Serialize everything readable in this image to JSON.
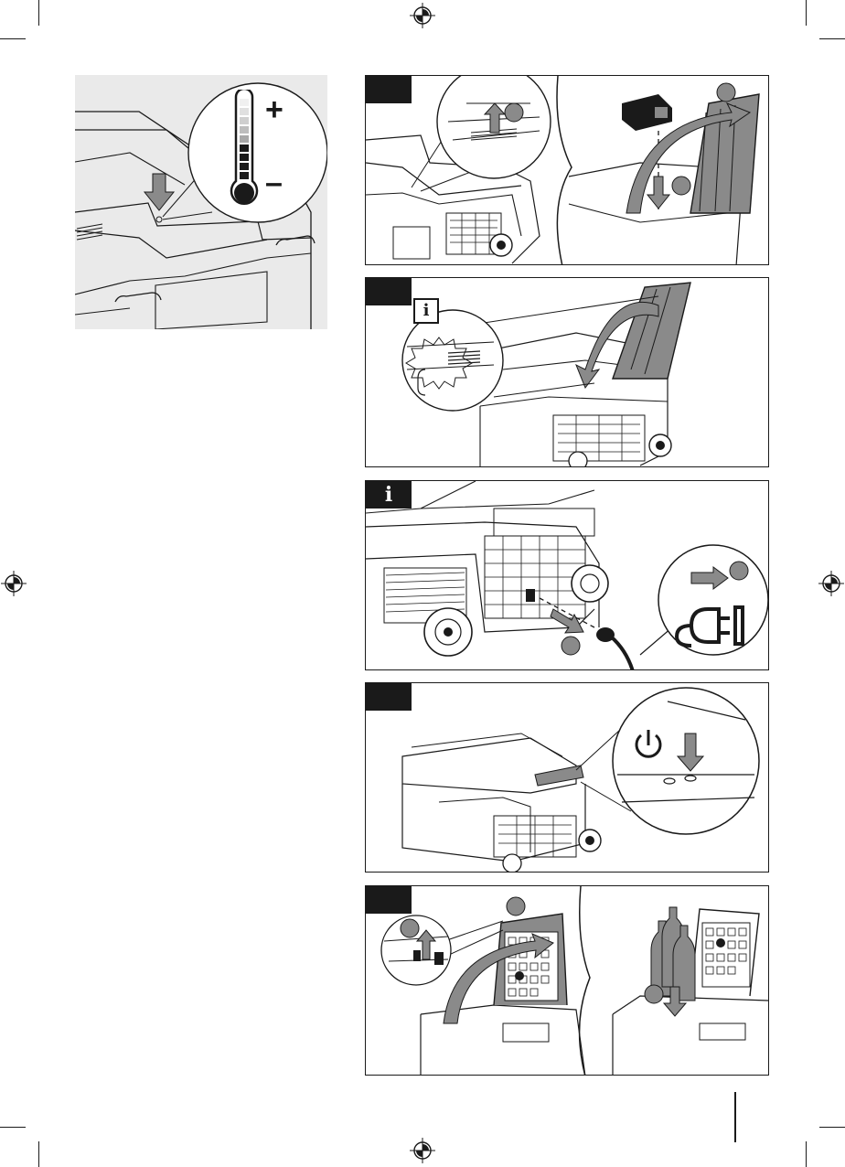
{
  "thermometer_panel": {
    "plus_symbol": "+",
    "minus_symbol": "–"
  },
  "panels": [
    {
      "name": "step-remove-battery-cover",
      "tag": ""
    },
    {
      "name": "step-close-cover",
      "tag": ""
    },
    {
      "name": "step-connect-power",
      "tag": "i"
    },
    {
      "name": "step-press-power",
      "tag": ""
    },
    {
      "name": "step-load-bottles",
      "tag": ""
    }
  ],
  "info_badge": "i",
  "page_number": "",
  "icons": [
    "registration-mark-icon",
    "thermometer-icon",
    "power-icon",
    "plug-icon",
    "arrow-icon",
    "bottle-icon",
    "battery-icon"
  ],
  "colors": {
    "ink": "#1a1a1a",
    "panel_grey": "#eaeaea",
    "fill_grey": "#8a8a8a"
  }
}
